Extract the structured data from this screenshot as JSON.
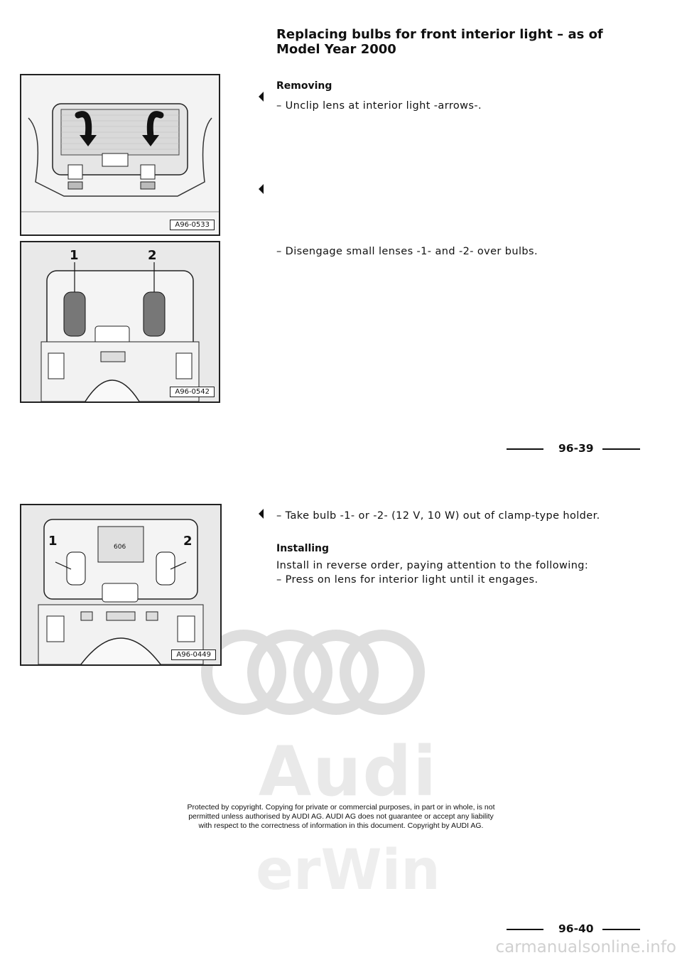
{
  "title": "Replacing bulbs for front interior light – as of Model Year 2000",
  "removing": {
    "heading": "Removing",
    "step1": "–  Unclip lens at interior light -arrows-.",
    "step2": "–  Disengage small lenses -1- and -2- over bulbs."
  },
  "step3": "–  Take bulb -1- or -2- (12 V, 10 W) out of clamp-type holder.",
  "installing": {
    "heading": "Installing",
    "intro": "Install in reverse order, paying attention to the following:",
    "step1": "–  Press on lens for interior light until it engages."
  },
  "figures": [
    {
      "code": "A96-0533"
    },
    {
      "code": "A96-0542",
      "callouts": [
        "1",
        "2"
      ]
    },
    {
      "code": "A96-0449",
      "callouts": [
        "1",
        "2"
      ],
      "box_label": "606"
    }
  ],
  "page_numbers": {
    "first": "96-39",
    "second": "96-40"
  },
  "watermark": {
    "brand": "Audi",
    "sub": "erWin"
  },
  "copyright": [
    "Protected by copyright. Copying for private or commercial purposes, in part or in whole, is not",
    "permitted unless authorised by AUDI AG. AUDI AG does not guarantee or accept any liability",
    "with respect to the correctness of information in this document. Copyright by AUDI AG."
  ],
  "site_footer": "carmanualsonline.info"
}
